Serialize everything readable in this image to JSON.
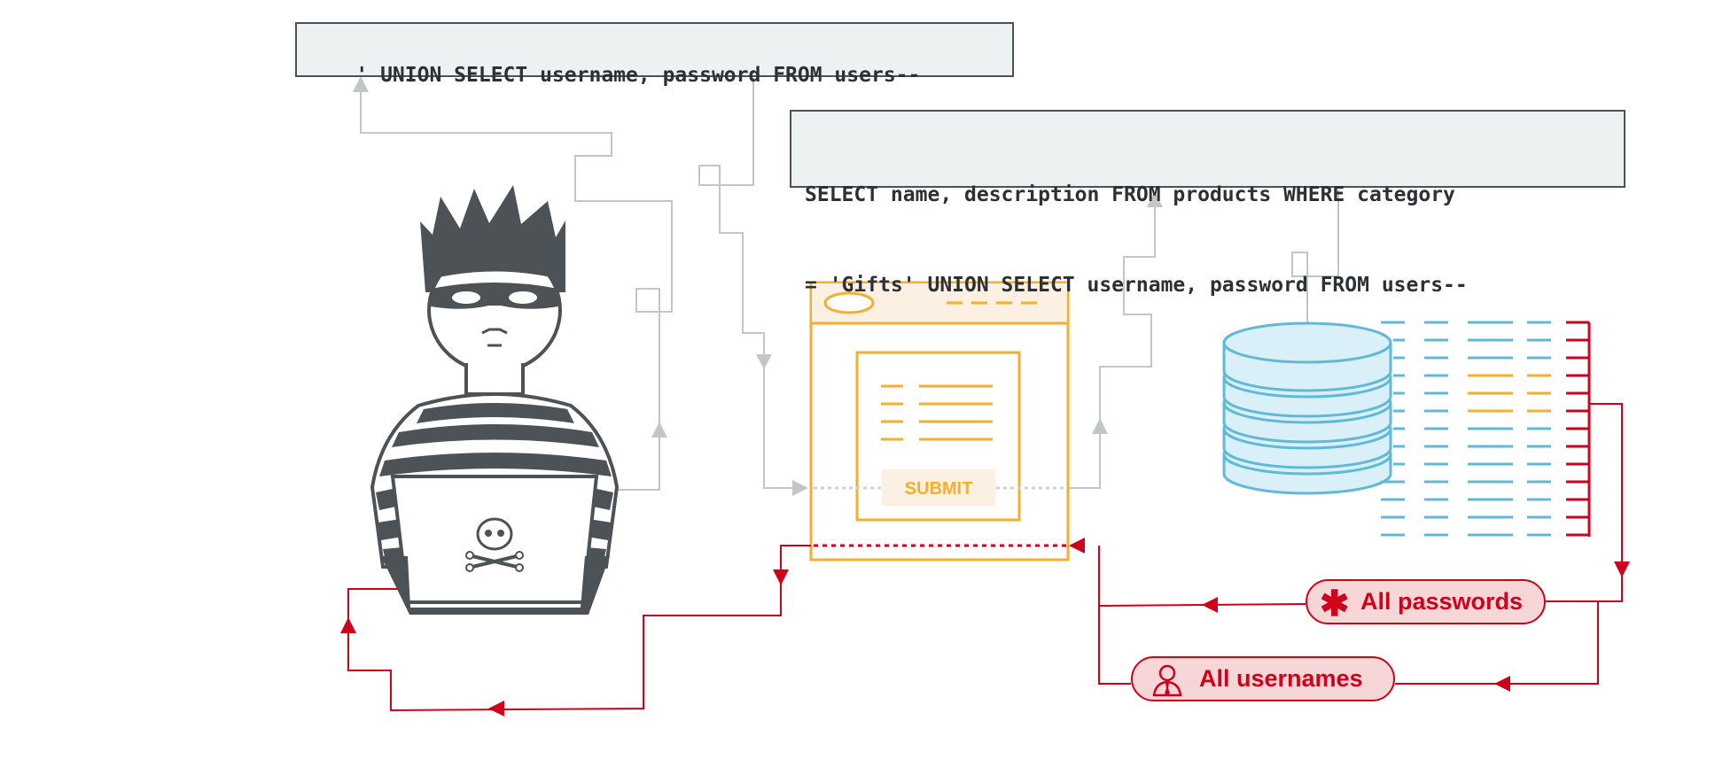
{
  "payload": {
    "text": "' UNION SELECT username, password FROM users--"
  },
  "query": {
    "line1": "SELECT name, description FROM products WHERE category",
    "line2": "= 'Gifts' UNION SELECT username, password FROM users--"
  },
  "browser": {
    "submit_label": "SUBMIT"
  },
  "results": {
    "passwords_label": "All passwords",
    "usernames_label": "All usernames"
  },
  "icons": {
    "attacker": "hacker-icon",
    "laptop": "laptop-skull-icon",
    "database": "database-icon",
    "password": "asterisk-icon",
    "user": "user-icon"
  },
  "colors": {
    "gray_line": "#c3c6c8",
    "orange": "#f6ae2d",
    "blue": "#62b9d7",
    "red": "#d0021b",
    "dark": "#4d5257"
  }
}
